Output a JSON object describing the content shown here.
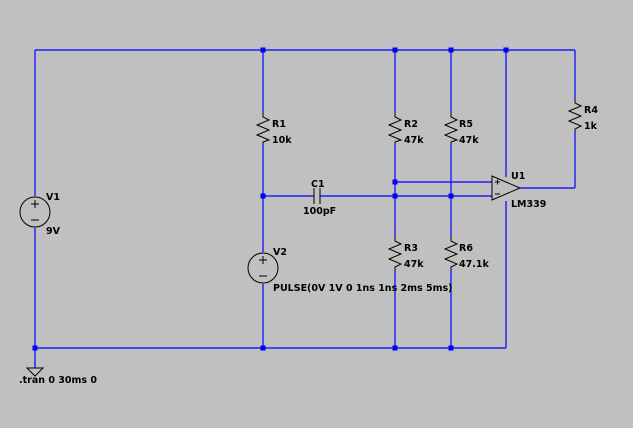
{
  "colors": {
    "background": "#c0c0c0",
    "wire": "#0000ff",
    "component": "#000000",
    "junction": "#0000ff"
  },
  "components": {
    "v1": {
      "name": "V1",
      "value": "9V"
    },
    "r1": {
      "name": "R1",
      "value": "10k"
    },
    "c1": {
      "name": "C1",
      "value": "100pF"
    },
    "v2": {
      "name": "V2",
      "value": "PULSE(0V 1V 0 1ns 1ns 2ms 5ms)"
    },
    "r2": {
      "name": "R2",
      "value": "47k"
    },
    "r3": {
      "name": "R3",
      "value": "47k"
    },
    "r5": {
      "name": "R5",
      "value": "47k"
    },
    "r6": {
      "name": "R6",
      "value": "47.1k"
    },
    "r4": {
      "name": "R4",
      "value": "1k"
    },
    "u1": {
      "name": "U1",
      "value": "LM339"
    }
  },
  "directive": ".tran 0 30ms 0"
}
